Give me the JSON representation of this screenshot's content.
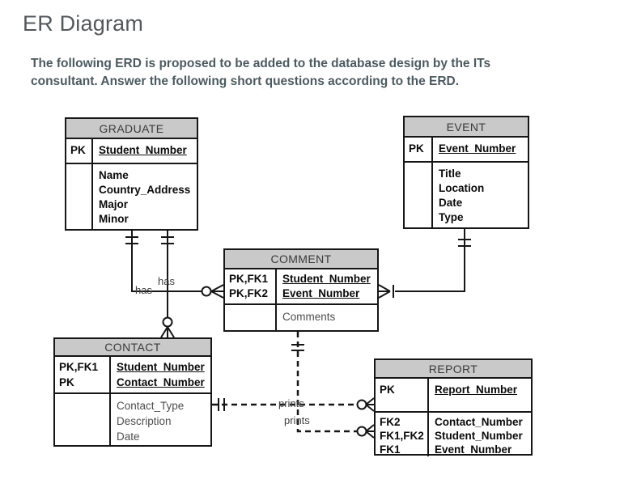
{
  "page": {
    "title": "ER Diagram",
    "intro": "The following ERD is proposed to be added to the database design by the ITs consultant.  Answer the following short questions according to the ERD."
  },
  "colors": {
    "entity_header_fill": "#c9c9c9",
    "entity_border": "#161616",
    "title_text": "#54585b",
    "body_text": "#4b5a61",
    "muted_attribute_text": "#4e4e4e"
  },
  "entities": {
    "graduate": {
      "name": "GRADUATE",
      "keys": [
        {
          "key": "PK",
          "field": "Student_Number"
        }
      ],
      "attributes": [
        "Name",
        "Country_Address",
        "Major",
        "Minor"
      ]
    },
    "event": {
      "name": "EVENT",
      "keys": [
        {
          "key": "PK",
          "field": "Event_Number"
        }
      ],
      "attributes": [
        "Title",
        "Location",
        "Date",
        "Type"
      ]
    },
    "comment": {
      "name": "COMMENT",
      "keys": [
        {
          "key": "PK,FK1",
          "field": "Student_Number"
        },
        {
          "key": "PK,FK2",
          "field": "Event_Number"
        }
      ],
      "attributes": [
        "Comments"
      ]
    },
    "contact": {
      "name": "CONTACT",
      "keys": [
        {
          "key": "PK,FK1",
          "field": "Student_Number"
        },
        {
          "key": "PK",
          "field": "Contact_Number"
        }
      ],
      "attributes": [
        "Contact_Type",
        "Description",
        "Date"
      ]
    },
    "report": {
      "name": "REPORT",
      "keys": [
        {
          "key": "PK",
          "field": "Report_Number"
        }
      ],
      "attributes": [
        {
          "key": "FK2",
          "field": "Contact_Number"
        },
        {
          "key": "FK1,FK2",
          "field": "Student_Number"
        },
        {
          "key": "FK1",
          "field": "Event_Number"
        }
      ]
    }
  },
  "relationships": {
    "graduate_comment": {
      "label": "has",
      "graduate_end": "one-and-only-one",
      "comment_end": "zero-or-many"
    },
    "graduate_contact": {
      "label": "has",
      "graduate_end": "one-and-only-one",
      "contact_end": "zero-or-many"
    },
    "event_comment": {
      "label": "",
      "event_end": "one-and-only-one",
      "comment_end": "one-or-many"
    },
    "contact_report": {
      "label": "prints",
      "contact_end": "one-and-only-one",
      "report_end": "zero-or-many",
      "line": "dashed"
    },
    "comment_report": {
      "label": "prints",
      "comment_end": "one-and-only-one",
      "report_end": "zero-or-many",
      "line": "dashed"
    }
  }
}
